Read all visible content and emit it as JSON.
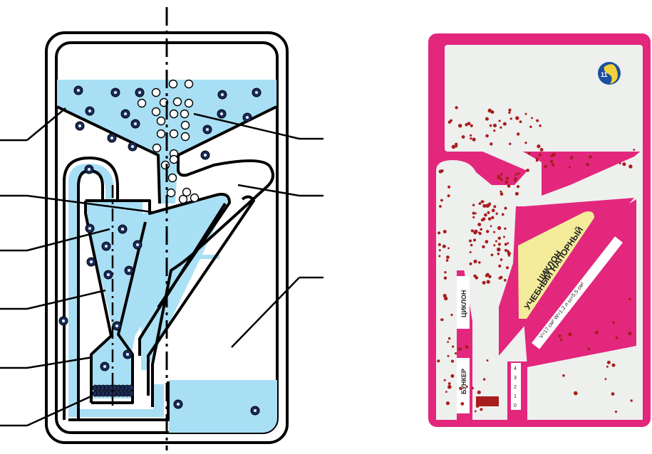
{
  "colors": {
    "water": "#a8dff5",
    "outline": "#000000",
    "frame_pink": "#e2277d",
    "photo_water": "#eef0ee",
    "particle_red": "#a81d1d",
    "label_yellow": "#f4ec9a",
    "bubble_white": "#ffffff"
  },
  "photo_labels": {
    "title_line1": "УЧЕБНЫЙ НАПОРНЫЙ",
    "title_line2": "ЦИКЛОН",
    "cyclone_tag": "ЦИКЛОН",
    "bunker_tag": "БУНКЕР",
    "params": "V=17 см³    W=1.2 л    ω=5.5 см²",
    "scale": [
      "4",
      "3",
      "2",
      "1",
      "0"
    ],
    "logo_number": "11"
  },
  "icons": {
    "logo": "swirl-logo-icon"
  }
}
